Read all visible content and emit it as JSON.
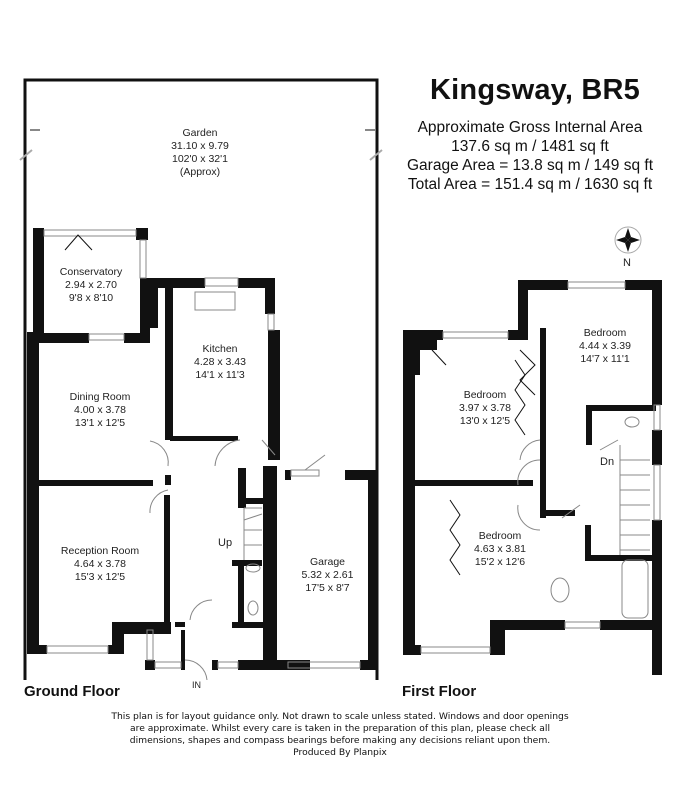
{
  "header": {
    "title": "Kingsway, BR5",
    "area_lines": [
      "Approximate Gross Internal Area",
      "137.6 sq m / 1481 sq ft",
      "Garage Area = 13.8 sq m / 149 sq ft",
      "Total Area = 151.4 sq m / 1630 sq ft"
    ]
  },
  "compass": {
    "label": "N"
  },
  "ground_floor": {
    "label": "Ground Floor",
    "entrance_label": "IN",
    "stairs_label": "Up",
    "rooms": [
      {
        "name": "Garden",
        "metric": "31.10 x 9.79",
        "imperial": "102'0 x 32'1",
        "note": "(Approx)"
      },
      {
        "name": "Conservatory",
        "metric": "2.94 x 2.70",
        "imperial": "9'8 x 8'10"
      },
      {
        "name": "Kitchen",
        "metric": "4.28 x 3.43",
        "imperial": "14'1 x 11'3"
      },
      {
        "name": "Dining Room",
        "metric": "4.00 x 3.78",
        "imperial": "13'1 x 12'5"
      },
      {
        "name": "Reception Room",
        "metric": "4.64 x 3.78",
        "imperial": "15'3 x 12'5"
      },
      {
        "name": "Garage",
        "metric": "5.32 x 2.61",
        "imperial": "17'5 x 8'7"
      }
    ]
  },
  "first_floor": {
    "label": "First Floor",
    "stairs_label": "Dn",
    "rooms": [
      {
        "name": "Bedroom",
        "metric": "4.44 x 3.39",
        "imperial": "14'7 x 11'1"
      },
      {
        "name": "Bedroom",
        "metric": "3.97 x 3.78",
        "imperial": "13'0 x 12'5"
      },
      {
        "name": "Bedroom",
        "metric": "4.63 x 3.81",
        "imperial": "15'2 x 12'6"
      }
    ]
  },
  "footer": {
    "disclaimer_lines": [
      "This plan is for layout guidance only. Not drawn to scale unless stated. Windows and door openings",
      "are approximate. Whilst every care is taken in the preparation of this plan, please check all",
      "dimensions, shapes and compass bearings before making any decisions reliant upon them.",
      "Produced By Planpix"
    ]
  }
}
